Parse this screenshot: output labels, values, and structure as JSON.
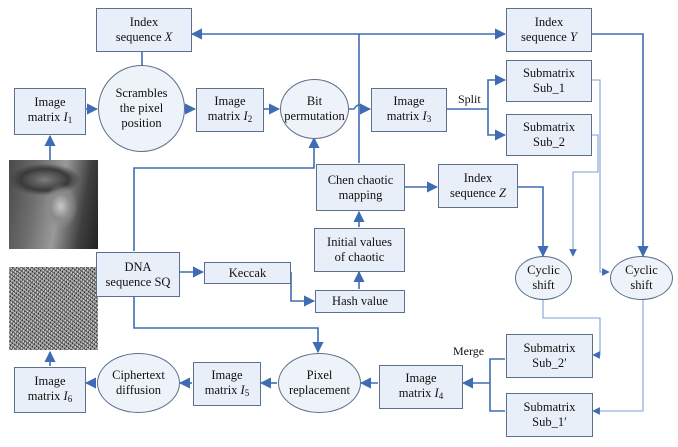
{
  "colors": {
    "line": "#3f6db3",
    "box_fill": "#e9eff8",
    "box_border": "#5c6f8c"
  },
  "nodes": {
    "index_x": {
      "l1": "Index",
      "l2": "sequence",
      "var": "X"
    },
    "index_y": {
      "l1": "Index",
      "l2": "sequence",
      "var": "Y"
    },
    "image_i1": {
      "l1": "Image",
      "l2": "matrix",
      "var": "I",
      "sub": "1"
    },
    "scrambles": {
      "l1": "Scrambles",
      "l2": "the pixel",
      "l3": "position"
    },
    "image_i2": {
      "l1": "Image",
      "l2": "matrix",
      "var": "I",
      "sub": "2"
    },
    "bit_perm": {
      "l1": "Bit",
      "l2": "permutation"
    },
    "image_i3": {
      "l1": "Image",
      "l2": "matrix",
      "var": "I",
      "sub": "3"
    },
    "submatrix_sub1": {
      "l1": "Submatrix",
      "l2": "Sub_1"
    },
    "submatrix_sub2": {
      "l1": "Submatrix",
      "l2": "Sub_2"
    },
    "chen": {
      "l1": "Chen chaotic",
      "l2": "mapping"
    },
    "index_z": {
      "l1": "Index",
      "l2": "sequence",
      "var": "Z"
    },
    "initial": {
      "l1": "Initial values",
      "l2": "of chaotic"
    },
    "dna": {
      "l1": "DNA",
      "l2": "sequence SQ"
    },
    "keccak": {
      "l1": "Keccak"
    },
    "hash": {
      "l1": "Hash value"
    },
    "cyclic_left": {
      "l1": "Cyclic",
      "l2": "shift"
    },
    "cyclic_right": {
      "l1": "Cyclic",
      "l2": "shift"
    },
    "image_i6": {
      "l1": "Image",
      "l2": "matrix",
      "var": "I",
      "sub": "6"
    },
    "cipher_diff": {
      "l1": "Ciphertext",
      "l2": "diffusion"
    },
    "image_i5": {
      "l1": "Image",
      "l2": "matrix",
      "var": "I",
      "sub": "5"
    },
    "pixel_repl": {
      "l1": "Pixel",
      "l2": "replacement"
    },
    "image_i4": {
      "l1": "Image",
      "l2": "matrix",
      "var": "I",
      "sub": "4"
    },
    "submatrix_sub2p": {
      "l1": "Submatrix",
      "l2": "Sub_2′"
    },
    "submatrix_sub1p": {
      "l1": "Submatrix",
      "l2": "Sub_1′"
    }
  },
  "labels": {
    "split": "Split",
    "merge": "Merge"
  }
}
